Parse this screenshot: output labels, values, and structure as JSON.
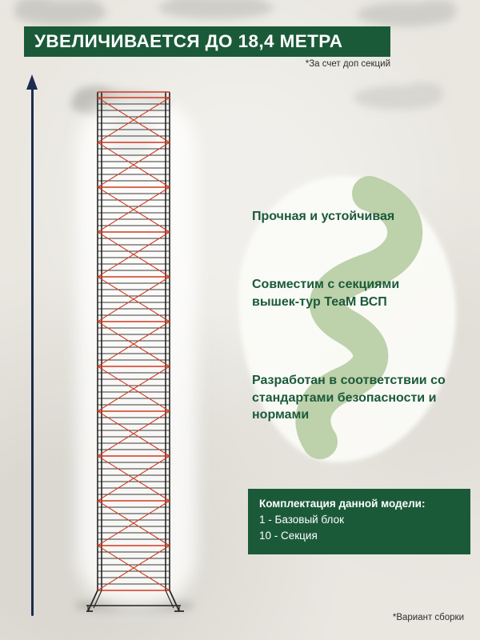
{
  "banner": {
    "title": "УВЕЛИЧИВАЕТСЯ ДО 18,4 МЕТРА",
    "footnote": "*За счет доп секций"
  },
  "features": [
    {
      "text": "Прочная и устойчивая"
    },
    {
      "text": "Совместим с секциями вышек-тур ТеаМ ВСП"
    },
    {
      "text": "Разработан в соответствии со стандартами безопасности и нормами"
    }
  ],
  "package": {
    "title": "Комплектация данной модели:",
    "items": [
      {
        "label": "1 - Базовый блок"
      },
      {
        "label": "10 - Секция"
      }
    ]
  },
  "footer_note": "*Вариант сборки",
  "colors": {
    "green": "#1b5a39",
    "light_green_ribbon": "#b9cfa6",
    "arrow_navy": "#1d2b4e",
    "brace_red": "#cf3a20",
    "background": "#e9e7e0"
  },
  "illustration": {
    "subject": "scaffold-tower",
    "sections": 11
  }
}
